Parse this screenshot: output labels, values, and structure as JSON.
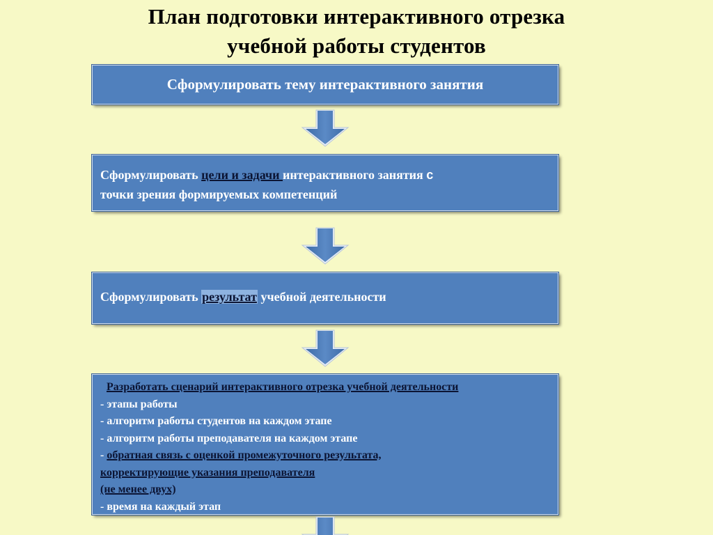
{
  "title": {
    "line1": "План подготовки интерактивного отрезка",
    "line2": "учебной работы студентов"
  },
  "step1": {
    "text": "Сформулировать тему интерактивного занятия"
  },
  "step2": {
    "prefix": "Сформулировать ",
    "highlight": "цели и задачи ",
    "middle": "интерактивного занятия ",
    "c_letter": "с",
    "line2": "точки зрения формируемых компетенций"
  },
  "step3": {
    "prefix": "Сформулировать ",
    "highlight": "результат",
    "suffix": " учебной деятельности"
  },
  "step4": {
    "heading": "Разработать сценарий интерактивного отрезка учебной деятельности",
    "items": [
      "- этапы работы",
      "- алгоритм работы студентов на каждом этапе",
      "- алгоритм работы преподавателя на каждом этапе"
    ],
    "feedback_dash": "- ",
    "feedback_line1": "обратная связь с оценкой промежуточного результата,",
    "feedback_line2": "корректирующие  указания преподавателя",
    "feedback_line3": "(не менее двух)",
    "last_item": "- время на каждый этап"
  },
  "colors": {
    "background": "#f7f9c6",
    "box_fill": "#5080bd",
    "box_text": "#ffffff",
    "highlight_text": "#0b1433",
    "arrow_fill": "#4a79b4"
  },
  "icons": {
    "arrow": "down-arrow-icon"
  }
}
